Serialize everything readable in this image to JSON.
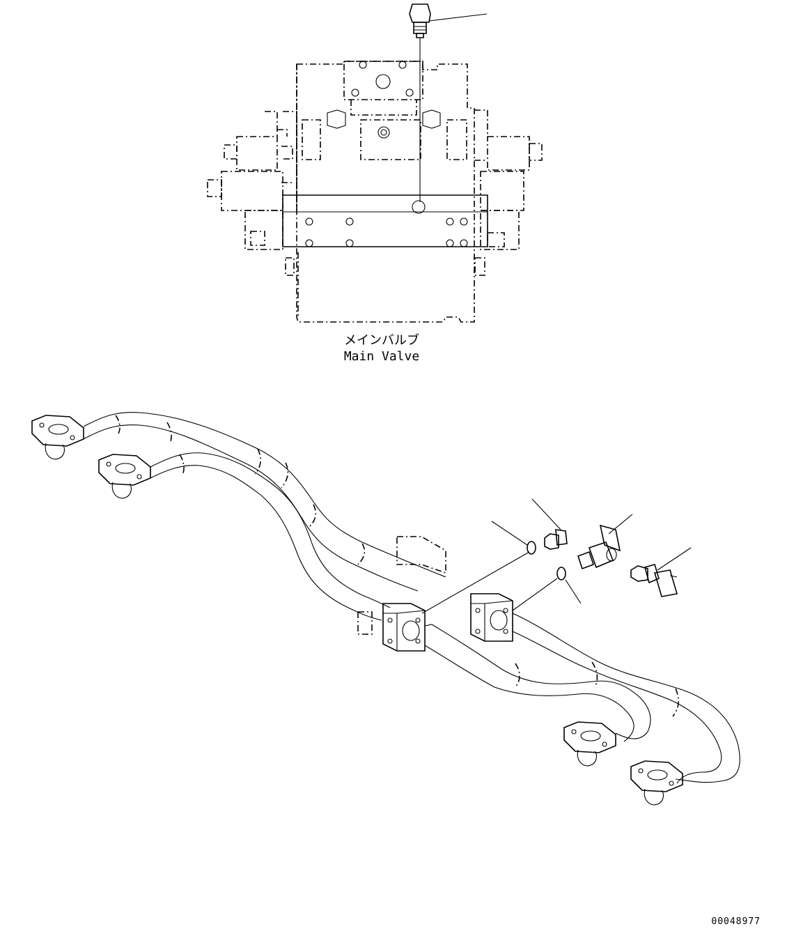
{
  "labels": {
    "main_valve_jp": "メインバルブ",
    "main_valve_en": "Main Valve",
    "drawing_code": "00048977"
  }
}
